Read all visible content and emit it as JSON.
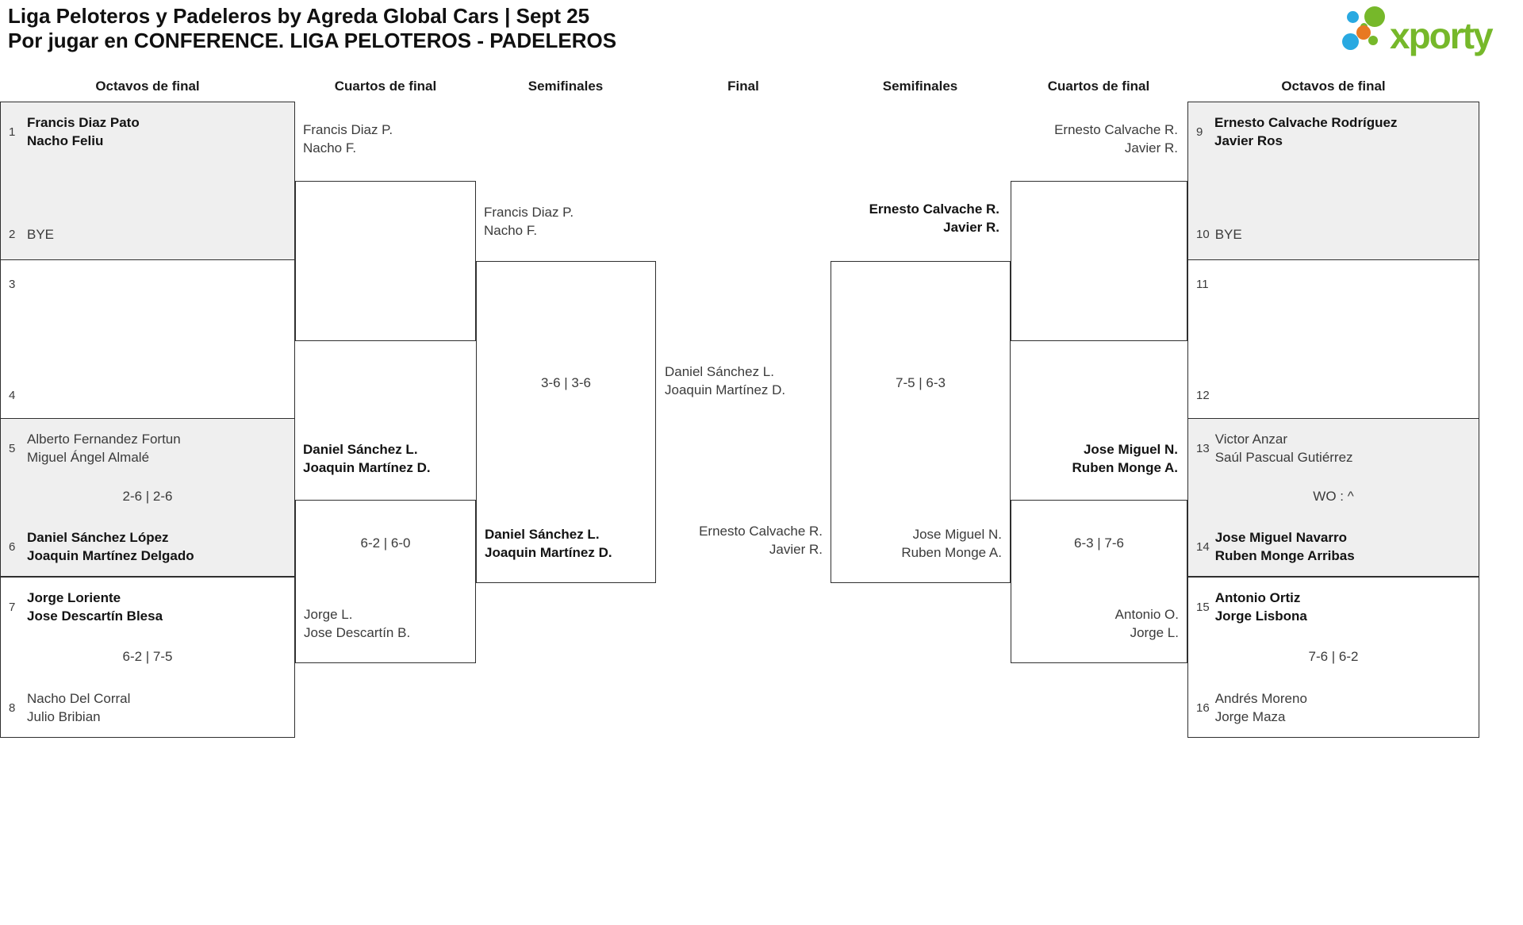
{
  "page": {
    "title_line1": "Liga Peloteros y Padeleros by Agreda Global Cars | Sept 25",
    "title_line2": "Por jugar en CONFERENCE. LIGA PELOTEROS - PADELEROS"
  },
  "logo": {
    "text": "xporty"
  },
  "colors": {
    "brand_green": "#76b82a",
    "brand_blue": "#29a9e1",
    "brand_orange": "#e87922",
    "box_fill": "#efefef",
    "line": "#2f2f2f"
  },
  "round_headers": [
    "Octavos de final",
    "Cuartos de final",
    "Semifinales",
    "Final",
    "Semifinales",
    "Cuartos de final",
    "Octavos de final"
  ],
  "r16_left": [
    {
      "seed_top": "1",
      "top1": "Francis Diaz Pato",
      "top2": "Nacho Feliu",
      "seed_bot": "2",
      "bot1": "BYE"
    },
    {
      "seed_top": "3",
      "seed_bot": "4"
    },
    {
      "seed_top": "5",
      "top1": "Alberto Fernandez Fortun",
      "top2": "Miguel Ángel Almalé",
      "score": "2-6 | 2-6",
      "seed_bot": "6",
      "bot1": "Daniel Sánchez López",
      "bot2": "Joaquin Martínez Delgado"
    },
    {
      "seed_top": "7",
      "top1": "Jorge Loriente",
      "top2": "Jose Descartín Blesa",
      "score": "6-2 | 7-5",
      "seed_bot": "8",
      "bot1": "Nacho Del Corral",
      "bot2": "Julio Bribian"
    }
  ],
  "qf_left": {
    "m1": {
      "winner1": "Francis Diaz P.",
      "winner2": "Nacho F."
    },
    "m2": {
      "winner1": "Daniel Sánchez L.",
      "winner2": "Joaquin Martínez D.",
      "score": "6-2 | 6-0",
      "loser1": "Jorge L.",
      "loser2": "Jose Descartín B."
    }
  },
  "sf_left": {
    "top1": "Francis Diaz P.",
    "top2": "Nacho F.",
    "score": "3-6 | 3-6",
    "winner1": "Daniel Sánchez L.",
    "winner2": "Joaquin Martínez D."
  },
  "final": {
    "left1": "Daniel Sánchez L.",
    "left2": "Joaquin Martínez D.",
    "right1": "Ernesto Calvache R.",
    "right2": "Javier R."
  },
  "sf_right": {
    "winner1": "Ernesto Calvache R.",
    "winner2": "Javier R.",
    "score": "7-5 | 6-3",
    "bottom1": "Jose Miguel N.",
    "bottom2": "Ruben Monge A."
  },
  "qf_right": {
    "m1": {
      "winner1": "Ernesto Calvache R.",
      "winner2": "Javier R."
    },
    "m2": {
      "winner1": "Jose Miguel N.",
      "winner2": "Ruben Monge A.",
      "score": "6-3 | 7-6",
      "loser1": "Antonio O.",
      "loser2": "Jorge L."
    }
  },
  "r16_right": [
    {
      "seed_top": "9",
      "top1": "Ernesto Calvache Rodríguez",
      "top2": "Javier Ros",
      "seed_bot": "10",
      "bot1": "BYE"
    },
    {
      "seed_top": "11",
      "seed_bot": "12"
    },
    {
      "seed_top": "13",
      "top1": "Victor Anzar",
      "top2": "Saúl Pascual Gutiérrez",
      "score": "WO : ^",
      "seed_bot": "14",
      "bot1": "Jose Miguel Navarro",
      "bot2": "Ruben Monge Arribas"
    },
    {
      "seed_top": "15",
      "top1": "Antonio Ortiz",
      "top2": "Jorge Lisbona",
      "score": "7-6 | 6-2",
      "seed_bot": "16",
      "bot1": "Andrés Moreno",
      "bot2": "Jorge Maza"
    }
  ]
}
